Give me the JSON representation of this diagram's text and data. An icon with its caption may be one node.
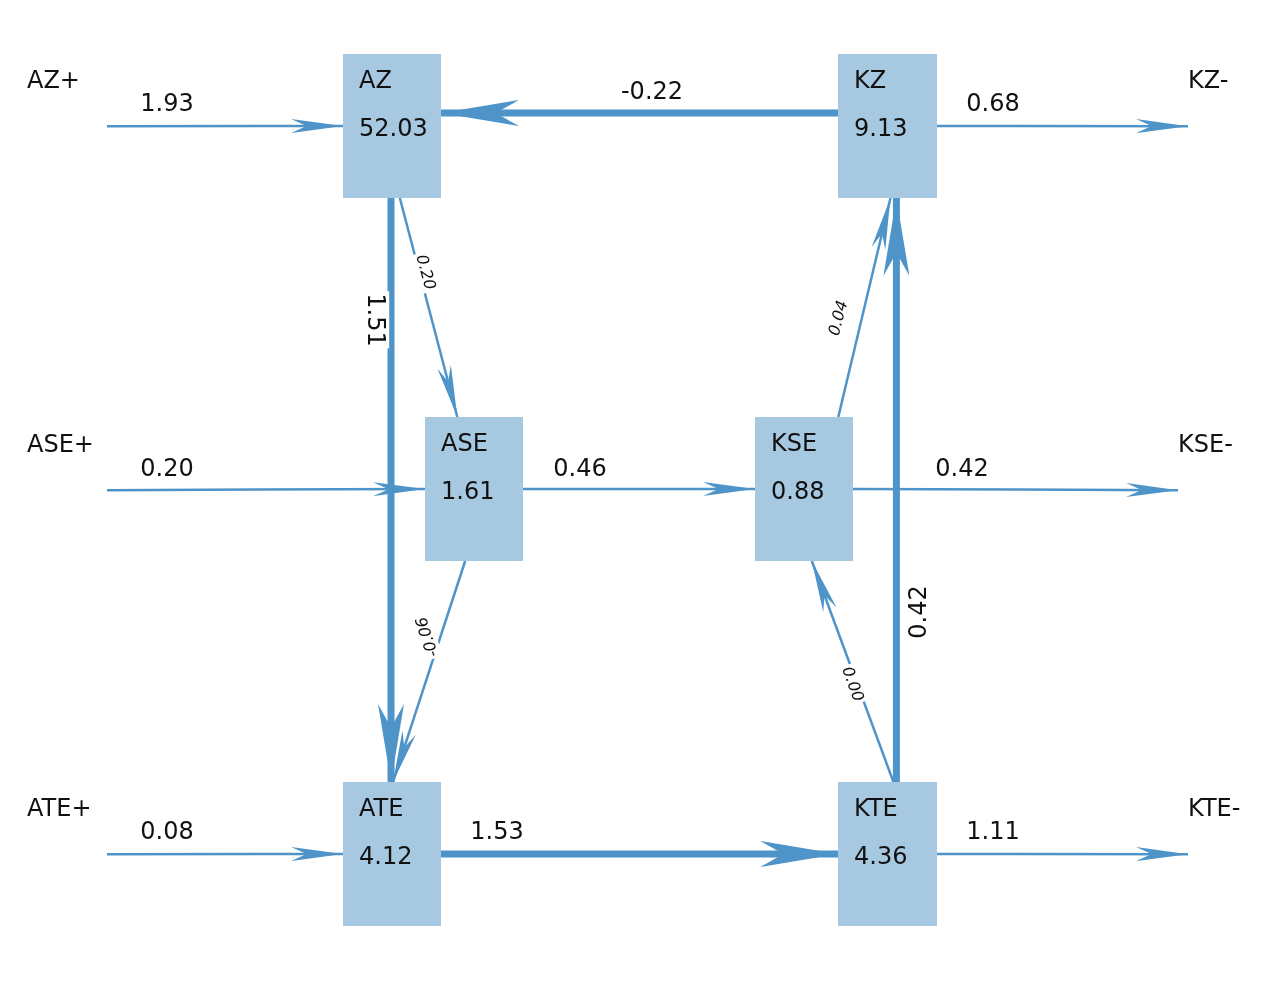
{
  "diagram": {
    "nodes": [
      {
        "text": [
          "AZ+"
        ]
      },
      {
        "text": [
          "AZ",
          "52.03"
        ]
      },
      {
        "text": [
          "KZ",
          "9.13"
        ]
      },
      {
        "text": [
          "KZ-"
        ]
      },
      {
        "text": [
          "ASE+"
        ]
      },
      {
        "text": [
          "ASE",
          "1.61"
        ]
      },
      {
        "text": [
          "KSE",
          "0.88"
        ]
      },
      {
        "text": [
          "KSE-"
        ]
      },
      {
        "text": [
          "ATE+"
        ]
      },
      {
        "text": [
          "ATE",
          "4.12"
        ]
      },
      {
        "text": [
          "KTE",
          "4.36"
        ]
      },
      {
        "text": [
          "KTE-"
        ]
      }
    ],
    "edges": [
      {
        "from": 0,
        "to": 1,
        "arrow": "to",
        "label": "1.93"
      },
      {
        "from": 2,
        "to": 1,
        "arrow": "to",
        "label": "-0.22",
        "style": "thick"
      },
      {
        "from": 2,
        "to": 3,
        "arrow": "to",
        "label": "0.68"
      },
      {
        "from": 1,
        "to": 9,
        "arrow": "to",
        "label": "1.51",
        "style": "thick"
      },
      {
        "from": 1,
        "to": 5,
        "arrow": "to",
        "label": "0.20"
      },
      {
        "from": 4,
        "to": 5,
        "arrow": "to",
        "label": "0.20"
      },
      {
        "from": 5,
        "to": 6,
        "arrow": "to",
        "label": "0.46"
      },
      {
        "from": 6,
        "to": 7,
        "arrow": "to",
        "label": "0.42"
      },
      {
        "from": 6,
        "to": 2,
        "arrow": "to",
        "label": "0.04"
      },
      {
        "from": 5,
        "to": 9,
        "arrow": "to",
        "label": "-0.06"
      },
      {
        "from": 10,
        "to": 6,
        "arrow": "to",
        "label": "0.00"
      },
      {
        "from": 10,
        "to": 2,
        "arrow": "to",
        "label": "0.42",
        "style": "thick"
      },
      {
        "from": 8,
        "to": 9,
        "arrow": "to",
        "label": "0.08"
      },
      {
        "from": 9,
        "to": 10,
        "arrow": "to",
        "label": "1.53",
        "style": "thick"
      },
      {
        "from": 10,
        "to": 11,
        "arrow": "to",
        "label": "1.11"
      }
    ]
  }
}
